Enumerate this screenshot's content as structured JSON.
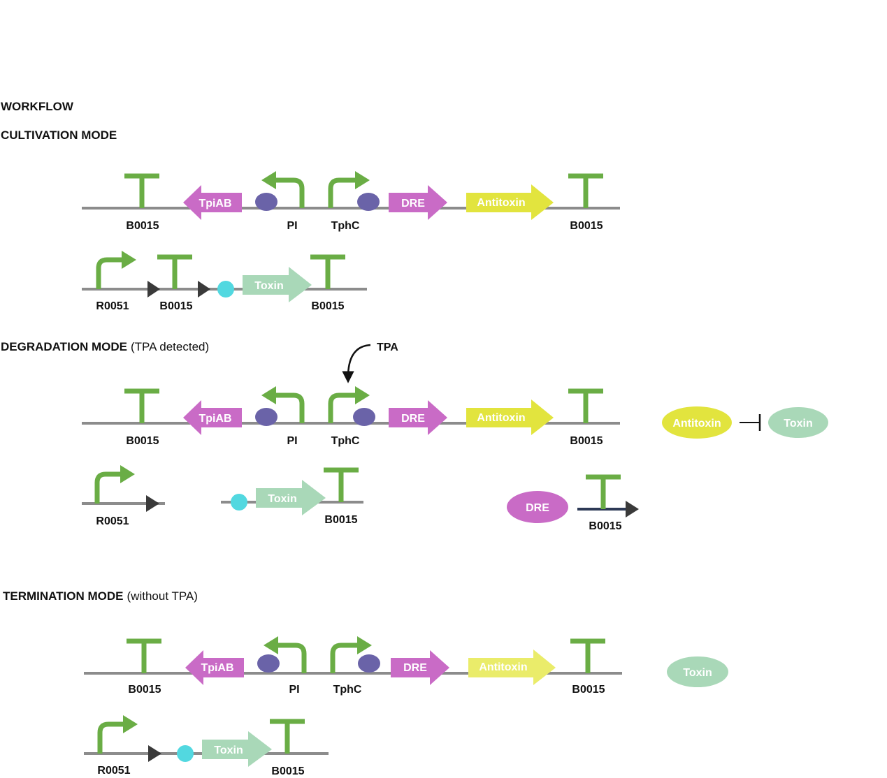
{
  "titles": {
    "workflow": "WORKFLOW",
    "cultivation": "CULTIVATION MODE",
    "degradation": "DEGRADATION MODE",
    "degradation_note": "(TPA detected)",
    "termination": "TERMINATION MODE",
    "termination_note": "(without TPA)"
  },
  "parts": {
    "b0015": "B0015",
    "pi": "PI",
    "tphc": "TphC",
    "r0051": "R0051",
    "tpiab": "TpiAB",
    "dre": "DRE",
    "antitoxin": "Antitoxin",
    "toxin": "Toxin",
    "tpa": "TPA"
  },
  "colors": {
    "backbone": "#8c8c8c",
    "terminator": "#6aad45",
    "promoter": "#6aad45",
    "rbs": "#6a63a8",
    "rbs_toxin": "#52d8e0",
    "tpiab": "#c96bc6",
    "dre": "#c96bc6",
    "antitoxin": "#e2e43e",
    "toxin": "#a9d8b8",
    "marker": "#3a3a3a",
    "dark_backbone": "#2d3a56"
  }
}
